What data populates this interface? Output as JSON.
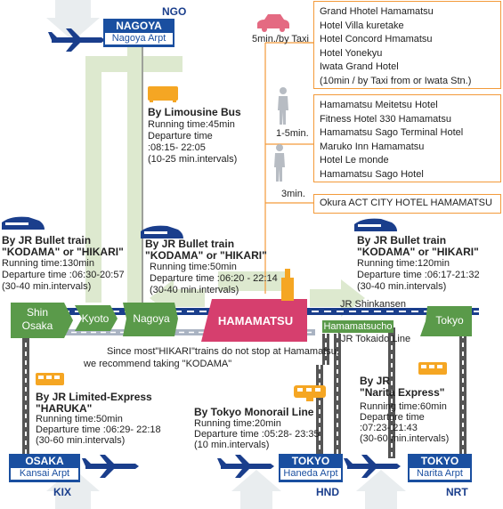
{
  "airports": {
    "ngo": {
      "code": "NGO",
      "name": "NAGOYA",
      "sub": "Nagoya Arpt"
    },
    "kix": {
      "code": "KIX",
      "name": "OSAKA",
      "sub": "Kansai Arpt"
    },
    "hnd": {
      "code": "HND",
      "name": "TOKYO",
      "sub": "Haneda Arpt"
    },
    "nrt": {
      "code": "NRT",
      "name": "TOKYO",
      "sub": "Narita Arpt"
    }
  },
  "stations": {
    "shin_osaka_1": "Shin",
    "shin_osaka_2": "Osaka",
    "kyoto": "Kyoto",
    "nagoya": "Nagoya",
    "hamamatsu": "HAMAMATSU",
    "tokyo": "Tokyo",
    "hamamatsucho": "Hamamatsucho"
  },
  "lines": {
    "shinkansen": "JR Shinkansen",
    "tokaido": "JR Tokaido Line"
  },
  "hotel_groups": [
    {
      "access": "5min./by Taxi",
      "hotels": [
        "Grand Hhotel Hamamatsu",
        "Hotel Villa kuretake",
        "Hotel Concord Hmamatsu",
        "Hotel Yonekyu",
        "Iwata Grand Hotel",
        "(10min / by Taxi from or Iwata Stn.)"
      ]
    },
    {
      "access": "1-5min.",
      "hotels": [
        "Hamamatsu Meitetsu Hotel",
        "Fitness Hotel 330 Hamamatsu",
        "Hamamatsu Sago Terminal Hotel",
        "Maruko Inn Hamamatsu",
        "Hotel Le monde",
        "Hamamatsu Sago Hotel"
      ]
    },
    {
      "access": "3min.",
      "hotels": [
        "Okura ACT CITY HOTEL HAMAMATSU"
      ]
    }
  ],
  "routes": {
    "limousine": {
      "title": "By Limousine Bus",
      "lines": [
        "Running time:45min",
        "Departure time",
        ":08:15- 22:05",
        "(10-25 min.intervals)"
      ]
    },
    "osaka_bullet": {
      "title1": "By JR Bullet train",
      "title2": "\"KODAMA\" or \"HIKARI\"",
      "lines": [
        "Running time:130min",
        "Departure time :06:30-20:57",
        "(30-40 min.intervals)"
      ]
    },
    "nagoya_bullet": {
      "title1": "By JR Bullet train",
      "title2": "\"KODAMA\" or \"HIKARI\"",
      "lines": [
        "Running time:50min",
        "Departure time :06:20 - 22:14",
        "(30-40 min.intervals)"
      ]
    },
    "tokyo_bullet": {
      "title1": "By JR Bullet train",
      "title2": "\"KODAMA\" or \"HIKARI\"",
      "lines": [
        "Running time:120min",
        "Departure time :06:17-21:32",
        "(30-40 min.intervals)"
      ]
    },
    "haruka": {
      "title1": "By JR Limited-Express",
      "title2": "\"HARUKA\"",
      "lines": [
        "Running time:50min",
        "Departure time :06:29- 22:18",
        "(30-60 min.intervals)"
      ]
    },
    "monorail": {
      "title1": "By Tokyo Monorail Line",
      "lines": [
        "Running time:20min",
        "Departure time :05:28- 23:35",
        "(10 min.intervals)"
      ]
    },
    "narita": {
      "title1": "By JR",
      "title2": "\"Narita Express\"",
      "lines": [
        "Running time:60min",
        "Departure time",
        ":07:23- 21:43",
        "(30-60 min.intervals)"
      ]
    }
  },
  "notice": {
    "line1": "Since most\"HIKARI\"trains do not stop at Hamamatsu,",
    "line2": "we recommend taking \"KODAMA\""
  },
  "colors": {
    "green": "#5a9a4a",
    "pale_green": "#dde9cf",
    "magenta": "#d63f6e",
    "orange": "#f39a3a",
    "navy": "#1a3e8c",
    "line_grey": "#a9b3c2"
  },
  "icons": [
    "airplane-icon",
    "bullet-train-icon",
    "limousine-bus-icon",
    "taxi-icon",
    "person-icon",
    "orange-train-icon",
    "monorail-icon"
  ]
}
